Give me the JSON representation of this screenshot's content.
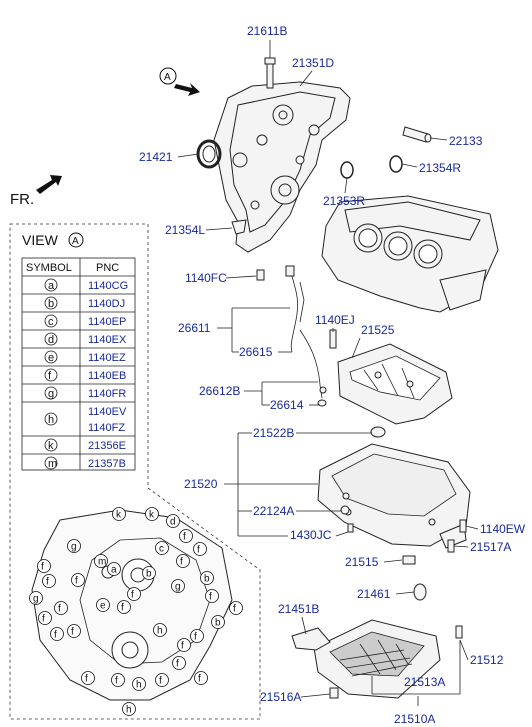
{
  "front_label": "FR.",
  "view": {
    "title": "VIEW",
    "letter": "A"
  },
  "callouts": {
    "c21611B": "21611B",
    "c21351D": "21351D",
    "c22133": "22133",
    "c21421": "21421",
    "c21354R": "21354R",
    "c21353R": "21353R",
    "c21354L": "21354L",
    "c1140FC": "1140FC",
    "c1140EJ": "1140EJ",
    "c26611": "26611",
    "c21525": "21525",
    "c26615": "26615",
    "c26612B": "26612B",
    "c26614": "26614",
    "c21522B": "21522B",
    "c21520": "21520",
    "c22124A": "22124A",
    "c1140EW": "1140EW",
    "c1430JC": "1430JC",
    "c21517A": "21517A",
    "c21515": "21515",
    "c21461": "21461",
    "c21451B": "21451B",
    "c21512": "21512",
    "c21513A": "21513A",
    "c21516A": "21516A",
    "c21510A": "21510A"
  },
  "table": {
    "headers": [
      "SYMBOL",
      "PNC"
    ],
    "rows": [
      {
        "symbol": "a",
        "pnc": [
          "1140CG"
        ]
      },
      {
        "symbol": "b",
        "pnc": [
          "1140DJ"
        ]
      },
      {
        "symbol": "c",
        "pnc": [
          "1140EP"
        ]
      },
      {
        "symbol": "d",
        "pnc": [
          "1140EX"
        ]
      },
      {
        "symbol": "e",
        "pnc": [
          "1140EZ"
        ]
      },
      {
        "symbol": "f",
        "pnc": [
          "1140EB"
        ]
      },
      {
        "symbol": "g",
        "pnc": [
          "1140FR"
        ]
      },
      {
        "symbol": "h",
        "pnc": [
          "1140EV",
          "1140FZ"
        ]
      },
      {
        "symbol": "k",
        "pnc": [
          "21356E"
        ]
      },
      {
        "symbol": "m",
        "pnc": [
          "21357B"
        ]
      }
    ]
  },
  "view_symbols": [
    "k",
    "k",
    "d",
    "g",
    "m",
    "c",
    "f",
    "f",
    "f",
    "a",
    "b",
    "f",
    "f",
    "f",
    "f",
    "g",
    "e",
    "f",
    "f",
    "f",
    "f",
    "f",
    "g",
    "b",
    "b",
    "f",
    "f",
    "h",
    "f",
    "f",
    "f",
    "f",
    "f",
    "f",
    "f",
    "h",
    "h"
  ],
  "colors": {
    "callout": "#1a2a9a",
    "line": "#222222"
  }
}
